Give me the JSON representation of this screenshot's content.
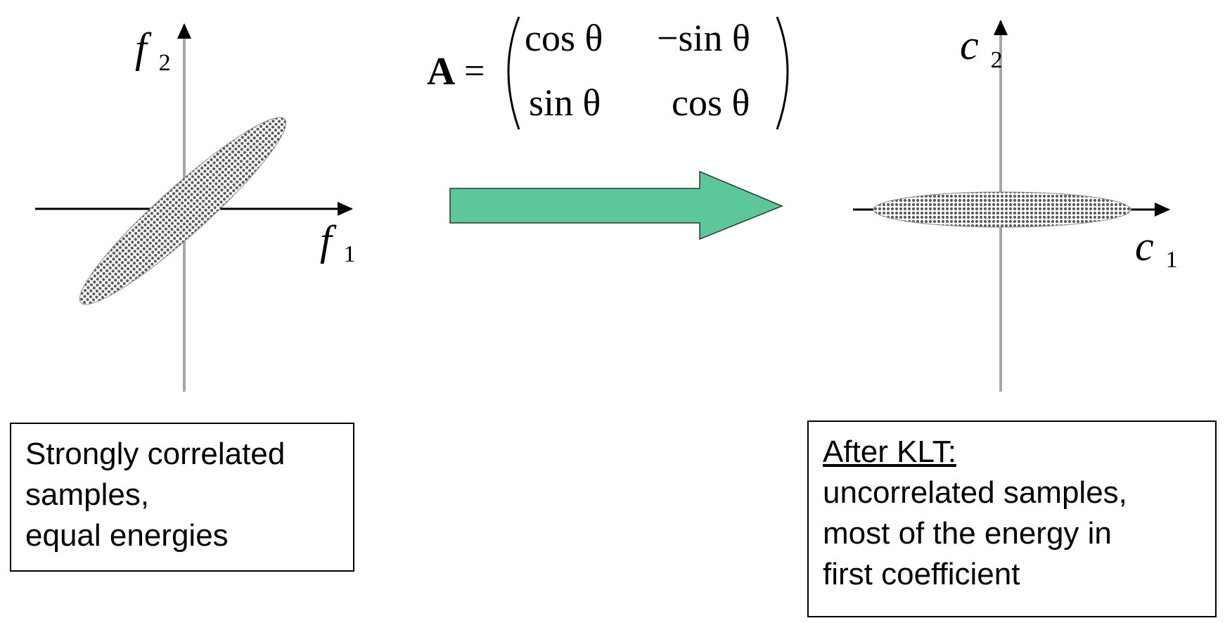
{
  "left_plot": {
    "x_axis_label": {
      "base": "f",
      "sub": "1"
    },
    "y_axis_label": {
      "base": "f",
      "sub": "2"
    }
  },
  "right_plot": {
    "x_axis_label": {
      "base": "c",
      "sub": "1"
    },
    "y_axis_label": {
      "base": "c",
      "sub": "2"
    }
  },
  "matrix": {
    "symbol": "A",
    "equals": "=",
    "rows": [
      [
        "cos θ",
        "−sin θ"
      ],
      [
        "sin θ",
        "cos θ"
      ]
    ]
  },
  "arrow": {
    "color": "#5cc89a"
  },
  "left_caption": {
    "lines": [
      "Strongly correlated",
      "samples,",
      "equal energies"
    ]
  },
  "right_caption": {
    "heading": "After KLT:",
    "lines": [
      "uncorrelated samples,",
      "most of the  energy in",
      "first coefficient"
    ]
  },
  "colors": {
    "ellipse_fill": "#6e6e6e",
    "axis_vertical": "#a6a6a6",
    "axis_horizontal": "#000000"
  }
}
